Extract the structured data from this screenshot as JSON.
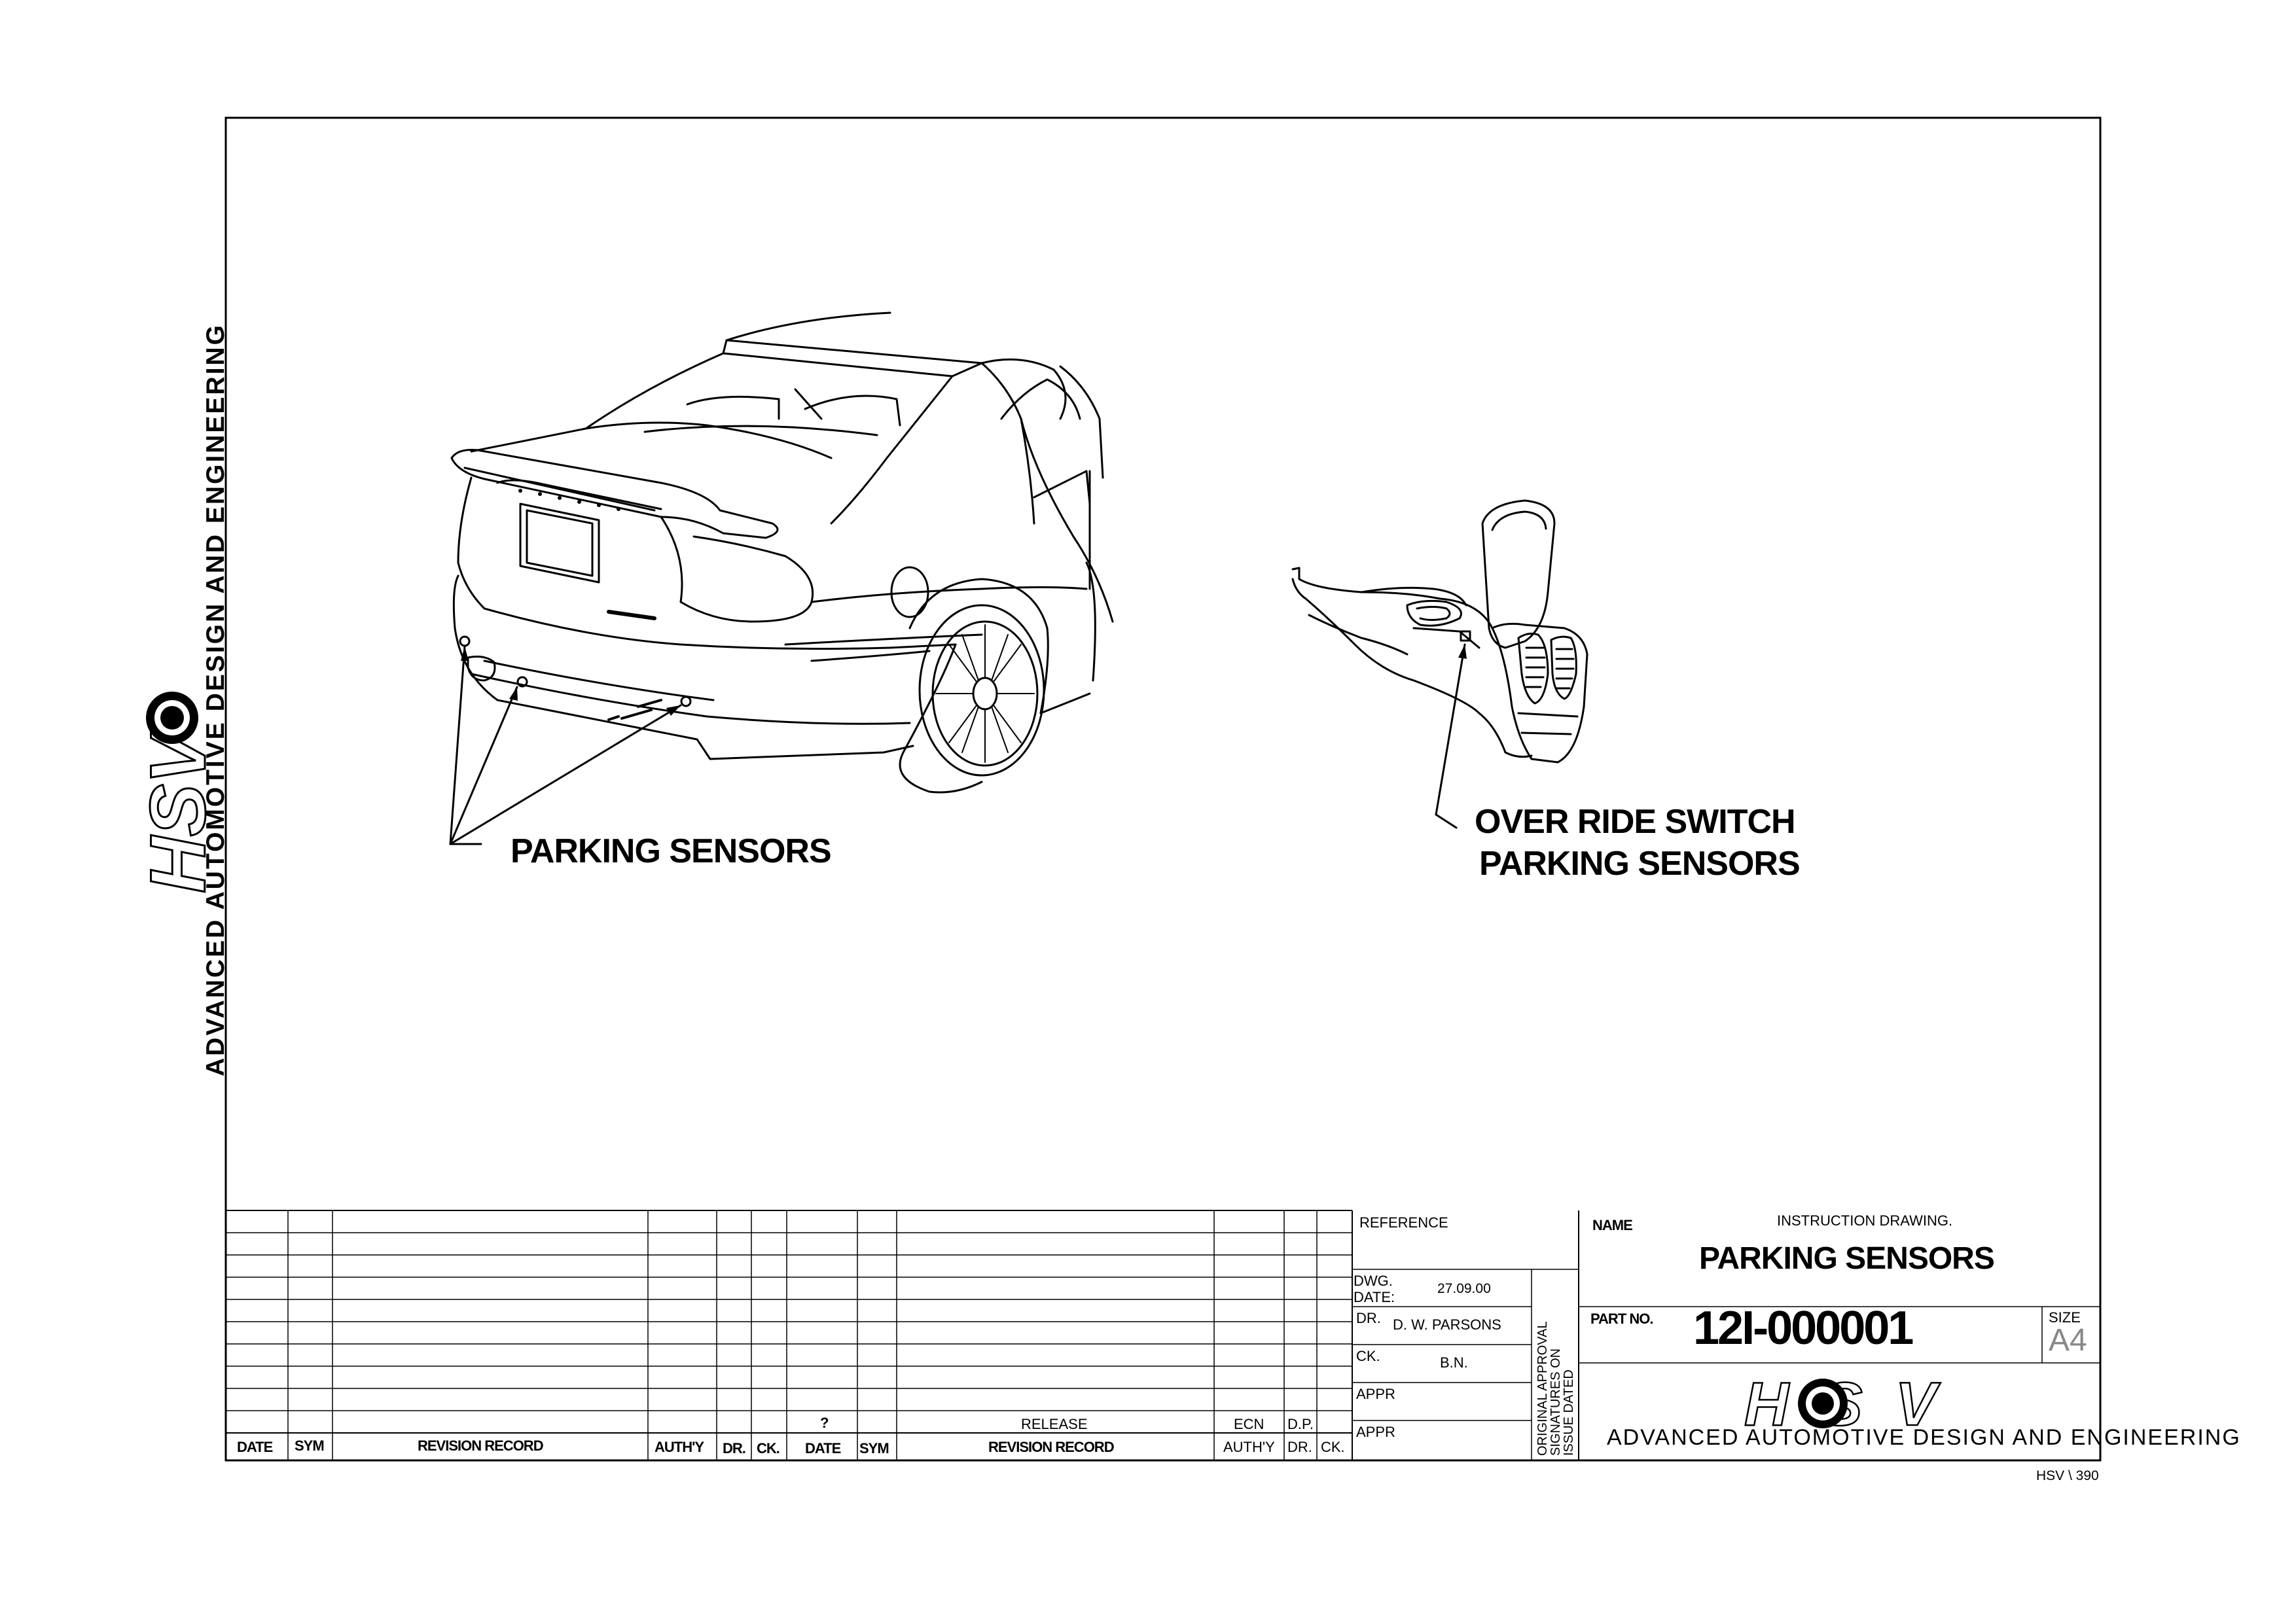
{
  "side_banner": {
    "company": "ADVANCED AUTOMOTIVE DESIGN AND ENGINEERING",
    "logo_text": "HSV"
  },
  "drawing": {
    "callout_left": "PARKING SENSORS",
    "callout_right_line1": "OVER RIDE SWITCH",
    "callout_right_line2": "PARKING SENSORS"
  },
  "revision_table": {
    "headers_left": [
      "DATE",
      "SYM",
      "REVISION RECORD",
      "AUTH'Y",
      "DR.",
      "CK."
    ],
    "headers_right": [
      "DATE",
      "SYM",
      "REVISION RECORD",
      "AUTH'Y",
      "DR.",
      "CK."
    ],
    "question_mark": "?",
    "release": "RELEASE",
    "ecn": "ECN",
    "dp": "D.P."
  },
  "approval_block": {
    "reference_label": "REFERENCE",
    "dwg_label_1": "DWG.",
    "dwg_label_2": "DATE:",
    "dwg_date": "27.09.00",
    "dr_label": "DR.",
    "dr_value": "D. W. PARSONS",
    "ck_label": "CK.",
    "ck_value": "B.N.",
    "appr_label_1": "APPR",
    "appr_label_2": "APPR",
    "vertical_note_1": "ORIGINAL APPROVAL",
    "vertical_note_2": "SIGNATURES ON",
    "vertical_note_3": "ISSUE DATED"
  },
  "title_block": {
    "name_label": "NAME",
    "drawing_type": "INSTRUCTION DRAWING.",
    "title": "PARKING SENSORS",
    "part_no_label": "PART NO.",
    "part_no": "12I-000001",
    "size_label": "SIZE",
    "size_value": "A4",
    "logo_text": "HSV",
    "company": "ADVANCED AUTOMOTIVE DESIGN AND ENGINEERING"
  },
  "sheet_ref": "HSV \\ 390"
}
